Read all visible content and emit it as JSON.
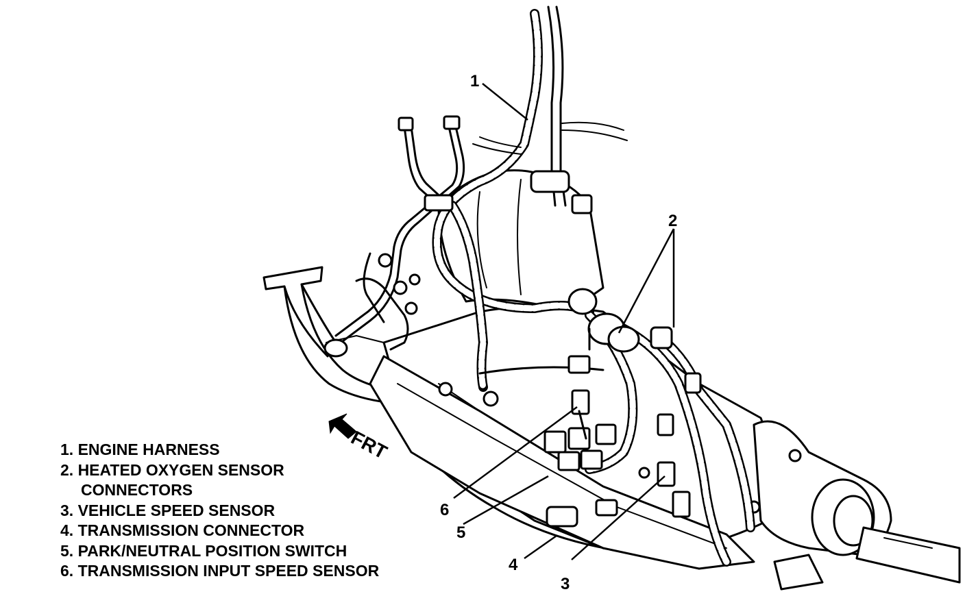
{
  "callouts": {
    "c1": "1",
    "c2": "2",
    "c3": "3",
    "c4": "4",
    "c5": "5",
    "c6": "6"
  },
  "direction": {
    "label": "FRT"
  },
  "legend": {
    "items": [
      "1. ENGINE HARNESS",
      "2. HEATED OXYGEN SENSOR",
      "CONNECTORS",
      "3. VEHICLE SPEED SENSOR",
      "4. TRANSMISSION CONNECTOR",
      "5. PARK/NEUTRAL POSITION SWITCH",
      "6. TRANSMISSION INPUT SPEED SENSOR"
    ]
  }
}
